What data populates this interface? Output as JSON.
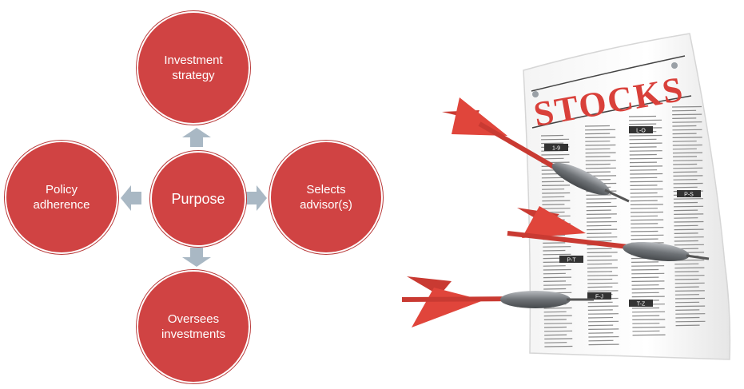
{
  "diagram": {
    "center": "Purpose",
    "top": "Investment\nstrategy",
    "left": "Policy\nadherence",
    "right": "Selects\nadvisor(s)",
    "bottom": "Oversees\ninvestments"
  },
  "colors": {
    "circle_fill": "#d04343",
    "arrow_fill": "#a9b8c4",
    "dart_red": "#e0453b"
  },
  "illustration": {
    "headline": "STOCKS",
    "section_labels": [
      "1-9",
      "L-O",
      "P-T",
      "F-J",
      "P-S",
      "T-Z"
    ]
  }
}
